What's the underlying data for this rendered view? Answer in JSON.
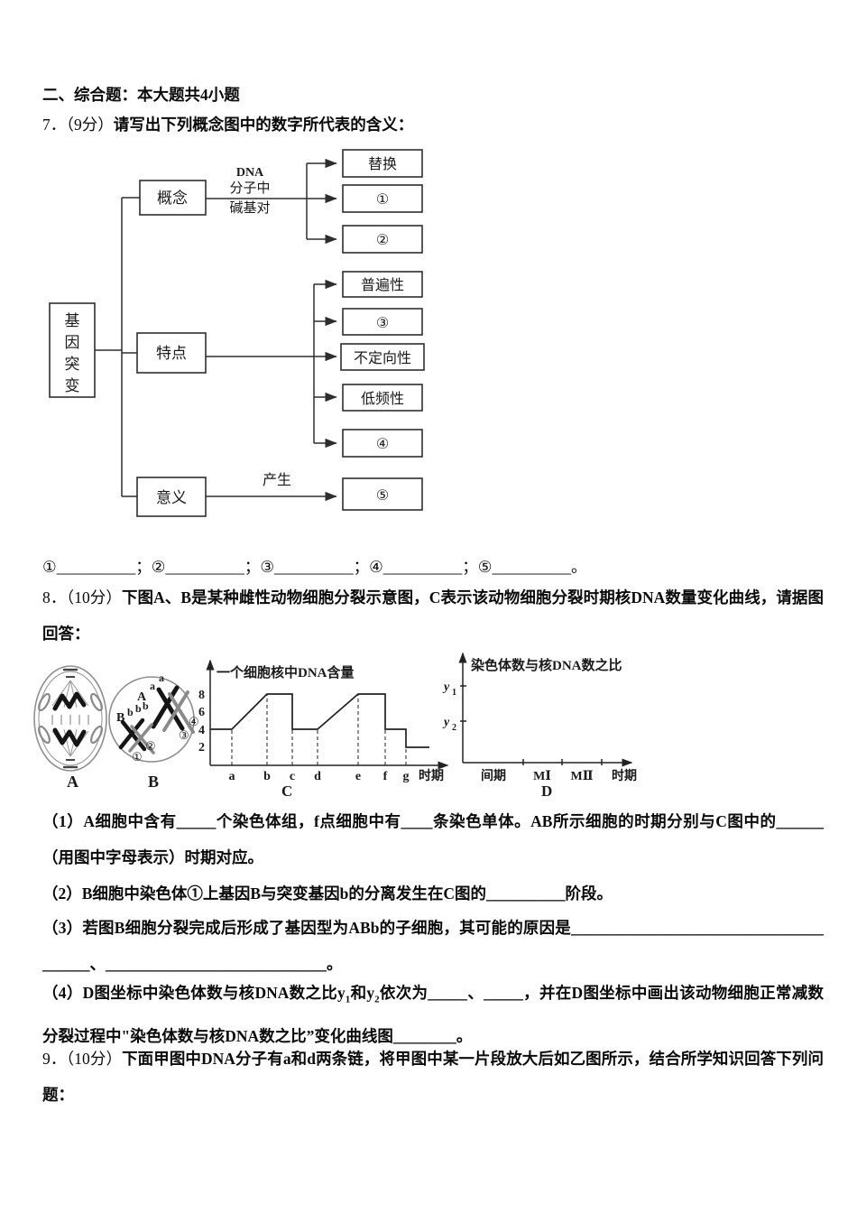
{
  "section_header": "二、综合题：本大题共4小题",
  "q7": {
    "label": "7．（9分）",
    "stem": "请写出下列概念图中的数字所代表的含义：",
    "diagram": {
      "root_chars": [
        "基",
        "因",
        "突",
        "变"
      ],
      "branches": [
        "概念",
        "特点",
        "意义"
      ],
      "edge_concept_lines": [
        "DNA",
        "分子中",
        "碱基对"
      ],
      "edge_meaning": "产生",
      "concept_children": [
        "替换",
        "①",
        "②"
      ],
      "feature_children": [
        "普遍性",
        "③",
        "不定向性",
        "低频性",
        "④"
      ],
      "meaning_children": [
        "⑤"
      ]
    },
    "answer_line": "①__________；②__________；③__________；④__________；⑤__________。"
  },
  "q8": {
    "label": "8．（10分）",
    "stem": "下图A、B是某种雌性动物细胞分裂示意图，C表示该动物细胞分裂时期核DNA数量变化曲线，请据图回答：",
    "figure": {
      "panel_labels": [
        "A",
        "B",
        "C",
        "D"
      ],
      "cell_b_genes": [
        "A",
        "a",
        "a",
        "B",
        "b",
        "b",
        "b"
      ],
      "cell_b_marks": [
        "①",
        "②",
        "③",
        "④"
      ]
    },
    "sub1": "（1）A细胞中含有_____个染色体组，f点细胞中有____条染色单体。AB所示细胞的时期分别与C图中的______（用图中字母表示）时期对应。",
    "sub2": "（2）B细胞中染色体①上基因B与突变基因b的分离发生在C图的__________阶段。",
    "sub3": "（3）若图B细胞分裂完成后形成了基因型为ABb的子细胞，其可能的原因是______________________________________、____________________________。",
    "sub4_parts": {
      "p1": "（4）D图坐标中染色体数与核DNA数之比y",
      "s1": "1",
      "p2": "和y",
      "s2": "2",
      "p3": "依次为_____、_____，并在D图坐标中画出该动物细胞正常减数分裂过程中\"染色体数与核DNA数之比”变化曲线图________。"
    }
  },
  "q9": {
    "label": "9．（10分）",
    "stem": "下面甲图中DNA分子有a和d两条链，将甲图中某一片段放大后如乙图所示，结合所学知识回答下列问题："
  },
  "chart_data": [
    {
      "id": "C",
      "panel_label": "C",
      "type": "line",
      "title": "一个细胞核中DNA含量",
      "xlabel": "时期",
      "x_ticks": [
        "a",
        "b",
        "c",
        "d",
        "e",
        "f",
        "g"
      ],
      "y_ticks": [
        2,
        4,
        6,
        8
      ],
      "series": [
        {
          "x": [
            "start",
            "a",
            "b",
            "c",
            "c",
            "d",
            "e",
            "f",
            "f",
            "g",
            "g",
            "end"
          ],
          "y": [
            4,
            4,
            8,
            8,
            4,
            4,
            8,
            8,
            4,
            4,
            2,
            2
          ]
        }
      ],
      "dashed_guides_at": [
        "a",
        "b",
        "c",
        "d",
        "e",
        "f",
        "g"
      ]
    },
    {
      "id": "D",
      "panel_label": "D",
      "type": "line",
      "title": "染色体数与核DNA数之比",
      "xlabel": "时期",
      "x_ticks": [
        "间期",
        "MⅠ",
        "MⅡ"
      ],
      "y_tick_mains": [
        "y",
        "y"
      ],
      "y_tick_subs": [
        "1",
        "2"
      ],
      "series": []
    }
  ]
}
